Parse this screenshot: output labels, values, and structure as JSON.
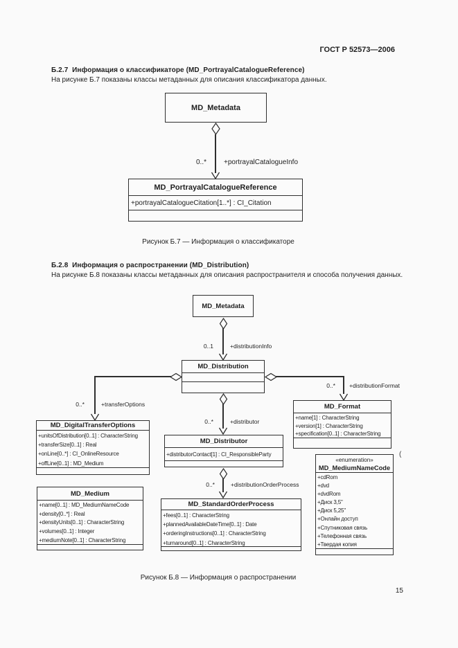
{
  "page": {
    "header": "ГОСТ Р 52573—2006",
    "page_number": "15",
    "stray_mark": "("
  },
  "sections": {
    "b27": {
      "heading": "Б.2.7  Информация о классификаторе (MD_PortrayalCatalogueReference)",
      "body": "На рисунке Б.7 показаны классы метаданных для описания классификатора данных.",
      "caption": "Рисунок Б.7 — Информация о классификаторе"
    },
    "b28": {
      "heading": "Б.2.8  Информация о распространении (MD_Distribution)",
      "body": "На рисунке Б.8 показаны классы метаданных для описания распространителя и способа получения данных.",
      "caption": "Рисунок Б.8 — Информация о распространении"
    }
  },
  "diagram_b7": {
    "md_metadata": {
      "title": "MD_Metadata"
    },
    "md_portrayal_catalogue_reference": {
      "title": "MD_PortrayalCatalogueReference",
      "attributes": [
        "+portrayalCatalogueCitation[1..*] : CI_Citation"
      ]
    },
    "assoc_portrayal_catalogue_info": {
      "multiplicity": "0..*",
      "role": "+portrayalCatalogueInfo"
    }
  },
  "diagram_b8": {
    "md_metadata": {
      "title": "MD_Metadata"
    },
    "md_distribution": {
      "title": "MD_Distribution"
    },
    "md_digital_transfer_options": {
      "title": "MD_DigitalTransferOptions",
      "attributes": [
        "+unitsOfDistribution[0..1] : CharacterString",
        "+transferSize[0..1] : Real",
        "+onLine[0..*] : CI_OnlineResource",
        "+offLine[0..1] : MD_Medium"
      ]
    },
    "md_medium": {
      "title": "MD_Medium",
      "attributes": [
        "+name[0..1] : MD_MediumNameCode",
        "+density[0..*] : Real",
        "+densityUnits[0..1] : CharacterString",
        "+volumes[0..1] : Integer",
        "+mediumNote[0..1] : CharacterString"
      ]
    },
    "md_distributor": {
      "title": "MD_Distributor",
      "attributes": [
        "+distributorContact[1] : CI_ResponsibleParty"
      ]
    },
    "md_standard_order_process": {
      "title": "MD_StandardOrderProcess",
      "attributes": [
        "+fees[0..1] : CharacterString",
        "+plannedAvailableDateTime[0..1] : Date",
        "+orderingInstructions[0..1] : CharacterString",
        "+turnaround[0..1] : CharacterString"
      ]
    },
    "md_format": {
      "title": "MD_Format",
      "attributes": [
        "+name[1] : CharacterString",
        "+version[1] : CharacterString",
        "+specification[0..1] : CharacterString"
      ]
    },
    "md_medium_name_code": {
      "stereotype": "«enumeration»",
      "title": "MD_MediumNameCode",
      "values": [
        "+cdRom",
        "+dvd",
        "+dvdRom",
        "+Диск 3,5\"",
        "+Диск 5,25\"",
        "+Онлайн доступ",
        "+Спутниковая связь",
        "+Телефонная связь",
        "+Твердая копия"
      ]
    },
    "assoc_distribution_info": {
      "multiplicity": "0..1",
      "role": "+distributionInfo"
    },
    "assoc_transfer_options": {
      "multiplicity": "0..*",
      "role": "+transferOptions"
    },
    "assoc_distributor": {
      "multiplicity": "0..*",
      "role": "+distributor"
    },
    "assoc_distribution_order_process": {
      "multiplicity": "0..*",
      "role": "+distributionOrderProcess"
    },
    "assoc_distribution_format": {
      "multiplicity": "0..*",
      "role": "+distributionFormat"
    }
  }
}
